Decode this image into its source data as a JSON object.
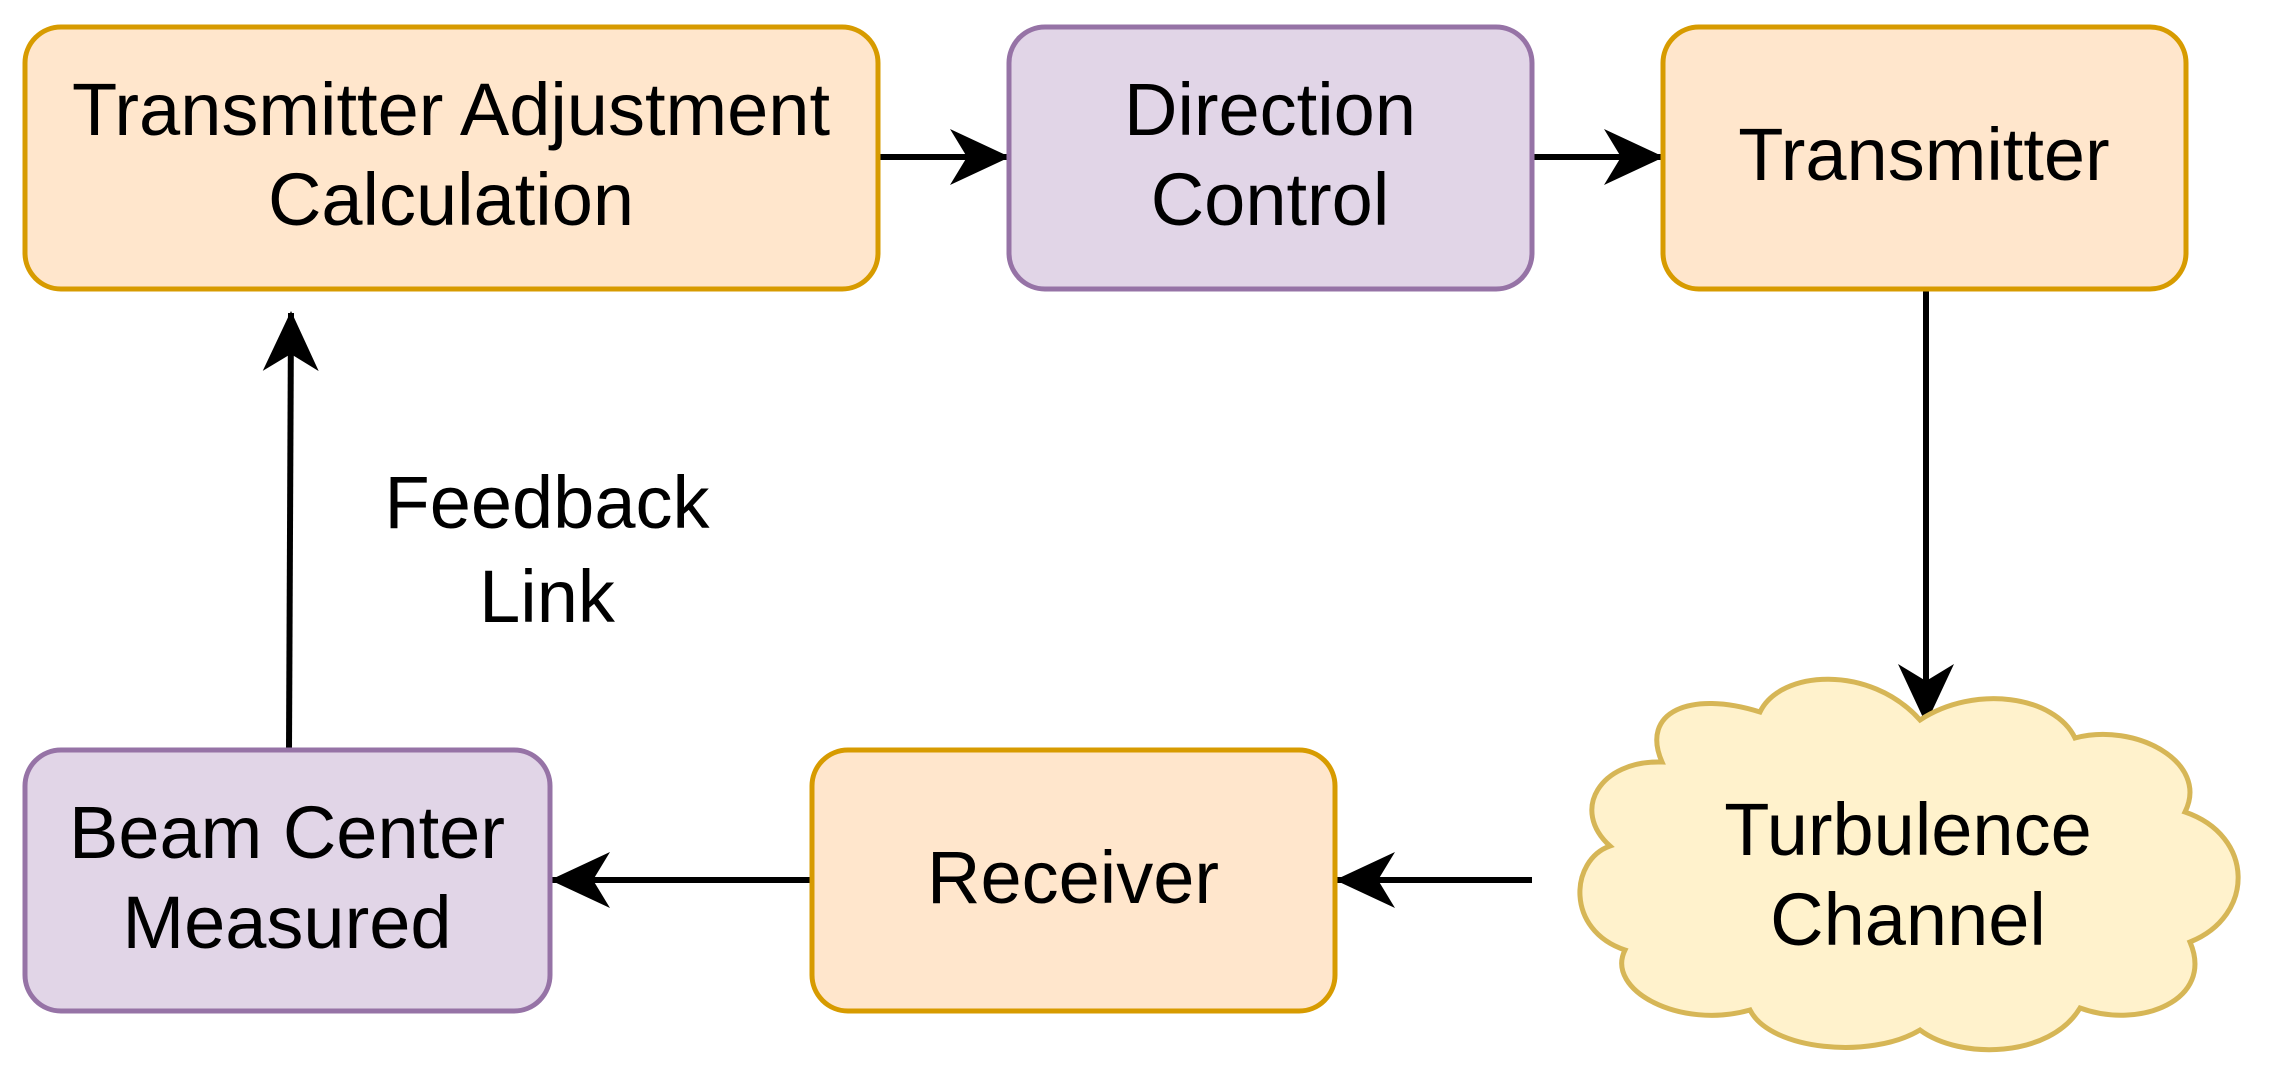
{
  "diagram": {
    "colors": {
      "orange_fill": "#ffe6cc",
      "orange_stroke": "#d79b00",
      "purple_fill": "#e1d5e7",
      "purple_stroke": "#9673a6",
      "cloud_fill": "#fff2cc",
      "cloud_stroke": "#d6b656",
      "edge": "#000000"
    },
    "nodes": {
      "tx_adjust": {
        "line1": "Transmitter Adjustment",
        "line2": "Calculation"
      },
      "direction_control": {
        "line1": "Direction",
        "line2": "Control"
      },
      "transmitter": {
        "line1": "Transmitter"
      },
      "turbulence_channel": {
        "line1": "Turbulence",
        "line2": "Channel"
      },
      "receiver": {
        "line1": "Receiver"
      },
      "beam_center": {
        "line1": "Beam Center",
        "line2": "Measured"
      }
    },
    "edge_labels": {
      "feedback_link": {
        "line1": "Feedback",
        "line2": "Link"
      }
    }
  }
}
